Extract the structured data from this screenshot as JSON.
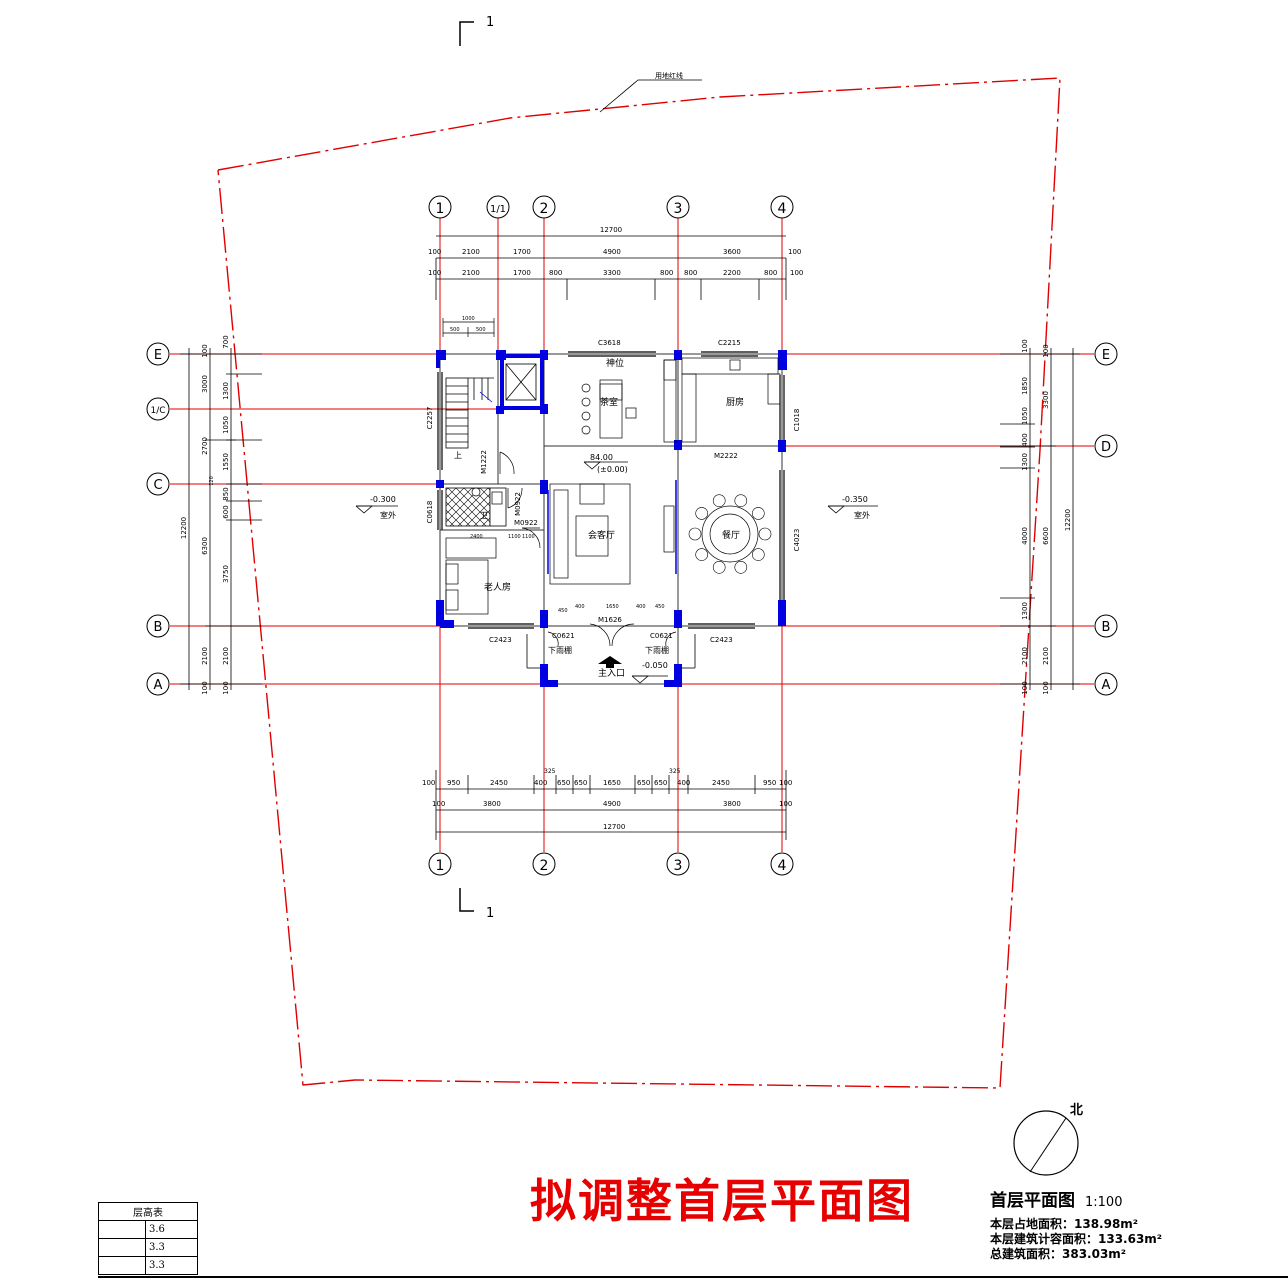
{
  "title": "拟调整首层平面图",
  "legend": {
    "name": "首层平面图",
    "scale": "1:100",
    "line1": "本层占地面积：138.98m²",
    "line2": "本层建筑计容面积：133.63m²",
    "line3": "总建筑面积：383.03m²"
  },
  "north": "北",
  "section_mark": "1",
  "site_label": "用地红线",
  "floor_table": {
    "header": "层高表",
    "rows": [
      {
        "floor": "",
        "height": "3.6"
      },
      {
        "floor": "",
        "height": "3.3"
      },
      {
        "floor": "",
        "height": "3.3"
      }
    ]
  },
  "axes": {
    "vertical": [
      "1",
      "1/1",
      "2",
      "3",
      "4"
    ],
    "horizontal": [
      "E",
      "1/C",
      "C",
      "B",
      "A"
    ],
    "right": [
      "E",
      "D",
      "B",
      "A"
    ]
  },
  "dims": {
    "top_total": "12700",
    "top_row1": [
      "100",
      "2100",
      "1700",
      "4900",
      "3600",
      "100"
    ],
    "top_row2": [
      "100",
      "2100",
      "1700",
      "800",
      "3300",
      "800",
      "800",
      "2200",
      "800",
      "100"
    ],
    "stair_w": "1000",
    "stair_sub": [
      "500",
      "500"
    ],
    "bottom_row1": [
      "100",
      "950",
      "2450",
      "325",
      "400",
      "650",
      "650",
      "1650",
      "650",
      "650",
      "325",
      "400",
      "2450",
      "950",
      "100"
    ],
    "bottom_row2": [
      "100",
      "3800",
      "4900",
      "3800",
      "100"
    ],
    "bottom_total": "12700",
    "left_total": "12200",
    "left_outer": [
      "100",
      "3000",
      "6300",
      "2100",
      "100"
    ],
    "left_inner": [
      "700",
      "1300",
      "1050",
      "2700",
      "1550",
      "120",
      "850",
      "600",
      "3750",
      "2100",
      "100"
    ],
    "right_total": "12200",
    "right_outer": [
      "100",
      "3300",
      "6600",
      "2100",
      "100"
    ],
    "right_inner": [
      "100",
      "1850",
      "1050",
      "400",
      "1300",
      "4000",
      "1300",
      "2100",
      "100"
    ]
  },
  "rooms": {
    "shenwei": "神位",
    "chashi": "茶室",
    "chufang": "厨房",
    "huike": "会客厅",
    "canting": "餐厅",
    "laoren": "老人房",
    "wei": "卫",
    "shang": "上",
    "rukou": "主入口",
    "xiayupeng_l": "下雨棚",
    "xiayupeng_r": "下雨棚",
    "shiwai_l": "室外",
    "shiwai_r": "室外"
  },
  "levels": {
    "floor": "84.00",
    "zero": "(±0.00)",
    "left": "-0.300",
    "right": "-0.350",
    "entry": "-0.050"
  },
  "openings": {
    "c3618": "C3618",
    "c2215": "C2215",
    "c2257": "C2257",
    "c1018": "C1018",
    "m1222": "M1222",
    "m2222": "M2222",
    "m0922a": "M0922",
    "m0922b": "M0922",
    "c0618": "C0618",
    "c4023": "C4023",
    "m1626": "M1626",
    "c2423a": "C2423",
    "c2423b": "C2423",
    "c0621a": "C0621",
    "c0621b": "C0621",
    "laoren_d1": "2400",
    "laoren_d2": "1100",
    "laoren_d3": "1100",
    "entry_d": [
      "450",
      "400",
      "1650",
      "400",
      "450"
    ]
  }
}
